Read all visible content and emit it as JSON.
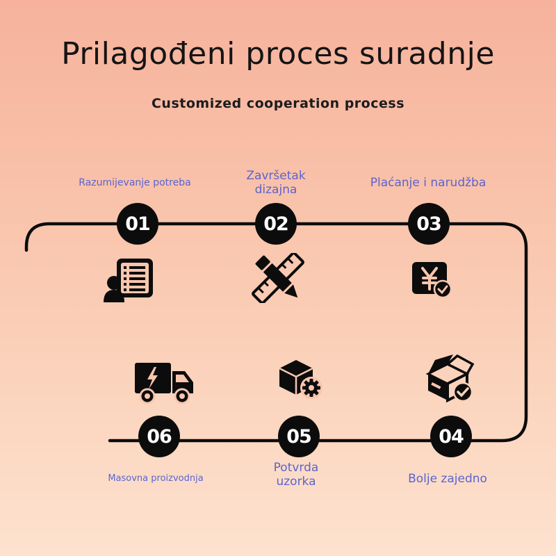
{
  "header": {
    "title": "Prilagođeni proces suradnje",
    "subtitle": "Customized cooperation process"
  },
  "steps": [
    {
      "number": "01",
      "label": "Razumijevanje potreba",
      "icon": "customer-list-icon"
    },
    {
      "number": "02",
      "label": "Završetak dizajna",
      "icon": "pencil-ruler-icon"
    },
    {
      "number": "03",
      "label": "Plaćanje i narudžba",
      "icon": "yuan-payment-check-icon"
    },
    {
      "number": "04",
      "label": "Bolje zajedno",
      "icon": "open-box-check-icon"
    },
    {
      "number": "05",
      "label": "Potvrda uzorka",
      "icon": "cube-gear-icon"
    },
    {
      "number": "06",
      "label": "Masovna proizvodnja",
      "icon": "delivery-truck-icon"
    }
  ],
  "colors": {
    "label": "#5b64cf",
    "node": "#0c0c0c",
    "track": "#0c0c0c"
  }
}
